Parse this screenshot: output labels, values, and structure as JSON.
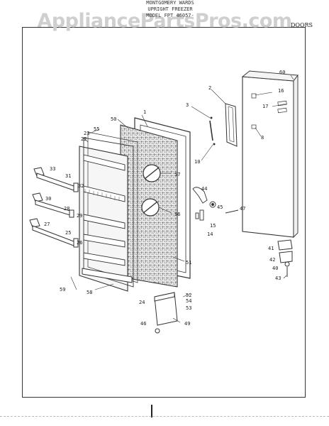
{
  "watermark": "AppliancePartsPros.com",
  "title": {
    "line1": "MONTGOMERY WARDS",
    "line2": "UPRIGHT FREEZER",
    "line3": "MODEL FPT 46057-"
  },
  "section_label": "DOORS",
  "callouts": [
    "1",
    "2",
    "3",
    "8",
    "10",
    "14",
    "15",
    "16",
    "17",
    "22",
    "23",
    "24",
    "25",
    "26",
    "27",
    "28",
    "29",
    "30",
    "31",
    "32",
    "33",
    "40",
    "41",
    "42",
    "43",
    "44",
    "45",
    "46",
    "47",
    "49",
    "50",
    "51",
    "52",
    "53",
    "54",
    "55",
    "56",
    "57",
    "58",
    "59",
    "60"
  ]
}
